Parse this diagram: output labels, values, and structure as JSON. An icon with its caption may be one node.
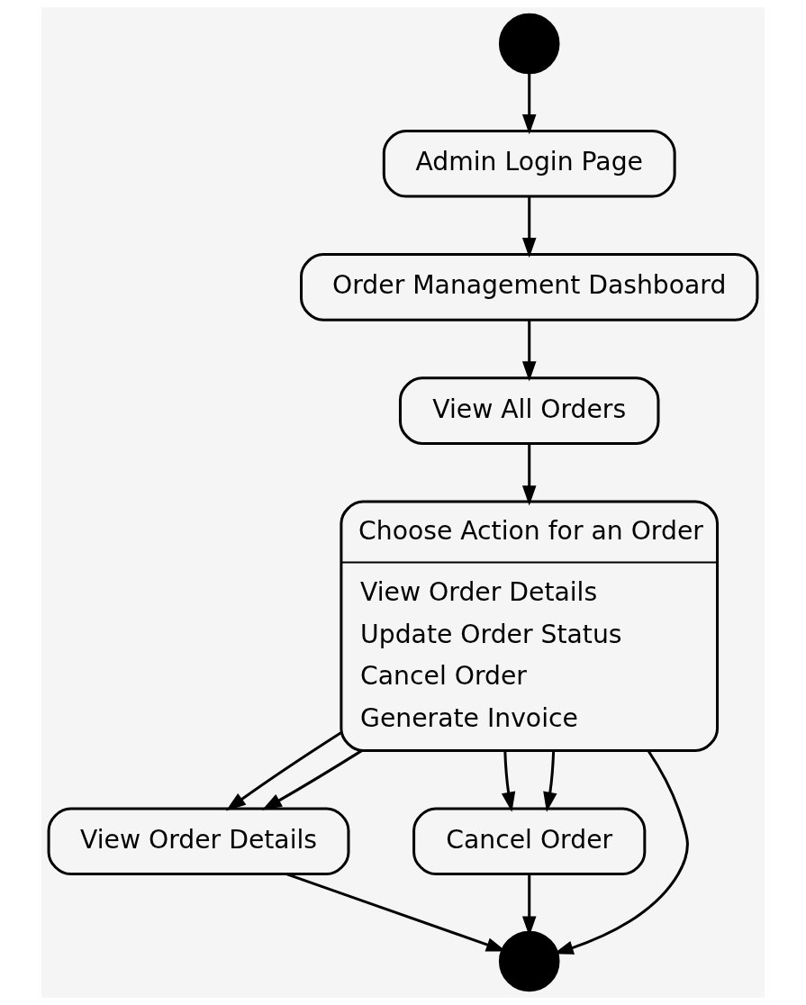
{
  "diagram": {
    "nodes": [
      {
        "text": [],
        "shape": "circle"
      },
      {
        "text": [
          "Admin Login Page"
        ]
      },
      {
        "text": [
          "Order Management Dashboard"
        ]
      },
      {
        "text": [
          "View All Orders"
        ]
      },
      {
        "text": [
          "Choose Action for an Order",
          "View Order Details",
          "Update Order Status",
          "Cancel Order",
          "Generate Invoice"
        ]
      },
      {
        "text": [
          "View Order Details"
        ]
      },
      {
        "text": [
          "Cancel Order"
        ]
      },
      {
        "text": [],
        "shape": "circle"
      }
    ],
    "edges": [
      {
        "from": 0,
        "to": 1,
        "arrow": "to"
      },
      {
        "from": 1,
        "to": 2,
        "arrow": "to"
      },
      {
        "from": 2,
        "to": 3,
        "arrow": "to"
      },
      {
        "from": 3,
        "to": 4,
        "arrow": "to"
      },
      {
        "from": 4,
        "to": 5,
        "arrow": "to"
      },
      {
        "from": 4,
        "to": 5,
        "arrow": "to"
      },
      {
        "from": 4,
        "to": 7,
        "arrow": "to"
      },
      {
        "from": 4,
        "to": 6,
        "arrow": "to"
      },
      {
        "from": 4,
        "to": 6,
        "arrow": "to"
      },
      {
        "from": 5,
        "to": 7,
        "arrow": "to"
      },
      {
        "from": 6,
        "to": 7,
        "arrow": "to"
      }
    ]
  }
}
